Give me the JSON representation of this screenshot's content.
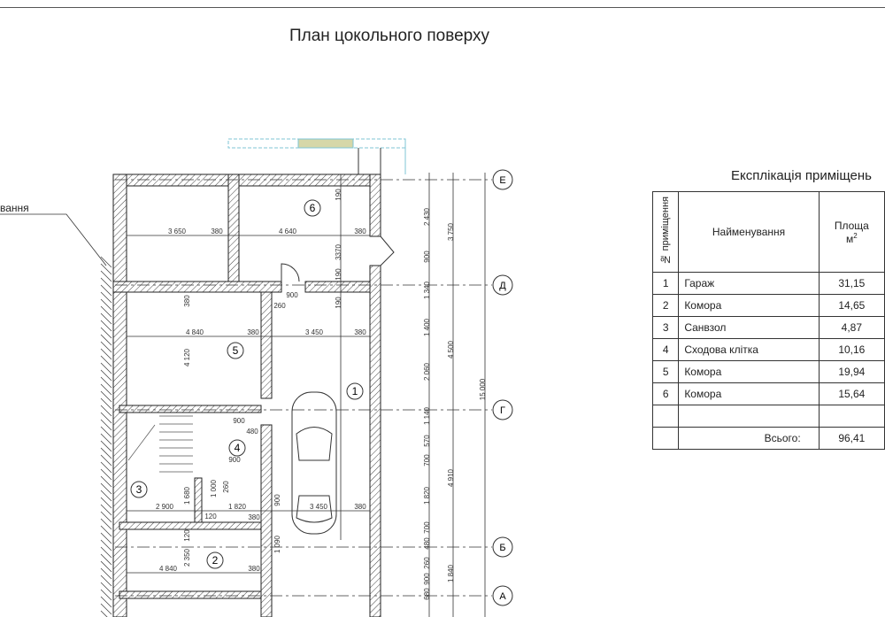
{
  "title": "План цокольного поверху",
  "callout_label": "вання",
  "plan": {
    "room_numbers": [
      "1",
      "2",
      "3",
      "4",
      "5",
      "6"
    ],
    "axes": [
      "Е",
      "Д",
      "Г",
      "Б",
      "А"
    ],
    "dimensions": [
      "3 650",
      "380",
      "4 640",
      "380",
      "3370",
      "900",
      "260",
      "4 840",
      "380",
      "3 450",
      "380",
      "4 120",
      "380",
      "190",
      "190",
      "190",
      "2 430",
      "900",
      "1 340",
      "1 400",
      "2 060",
      "1 140",
      "570",
      "700",
      "1 820",
      "700",
      "480",
      "260",
      "900",
      "680",
      "3 750",
      "4 500",
      "4 910",
      "1 840",
      "15 000",
      "900",
      "480",
      "900",
      "2 900",
      "1 680",
      "1 820",
      "380",
      "3 450",
      "380",
      "4 840",
      "380",
      "2 350",
      "120",
      "1 090",
      "900",
      "1 000",
      "260",
      "120"
    ]
  },
  "explication": {
    "title": "Експлікація приміщень",
    "headers": {
      "num": "№ приміщення",
      "name": "Найменування",
      "area": "Площа",
      "area_unit": "м",
      "area_sup": "2"
    },
    "rows": [
      {
        "num": "1",
        "name": "Гараж",
        "area": "31,15"
      },
      {
        "num": "2",
        "name": "Комора",
        "area": "14,65"
      },
      {
        "num": "3",
        "name": "Санвзол",
        "area": "4,87"
      },
      {
        "num": "4",
        "name": "Сходова клітка",
        "area": "10,16"
      },
      {
        "num": "5",
        "name": "Комора",
        "area": "19,94"
      },
      {
        "num": "6",
        "name": "Комора",
        "area": "15,64"
      }
    ],
    "total_label": "Всього:",
    "total": "96,41"
  }
}
